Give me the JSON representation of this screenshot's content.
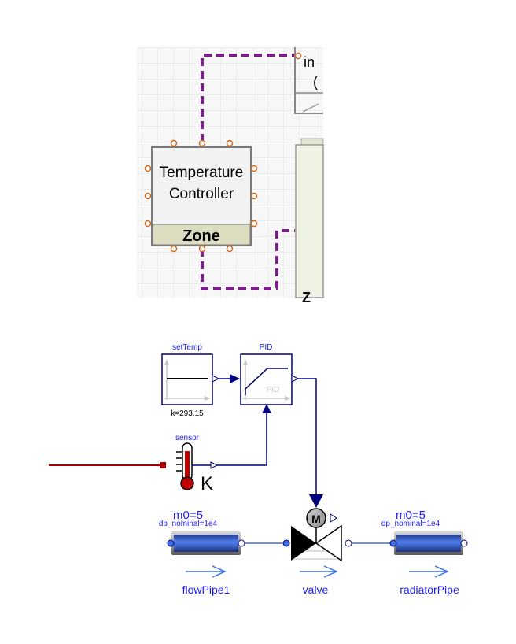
{
  "top_panel": {
    "controller_block": {
      "line1": "Temperature",
      "line2": "Controller",
      "footer": "Zone"
    },
    "partial_right_block": {
      "text1": "in",
      "text2": "("
    },
    "partial_bottom_block": {
      "text": "Z"
    }
  },
  "bottom_panel": {
    "setTemp": {
      "name": "setTemp",
      "param": "k=293.15"
    },
    "pid": {
      "name": "PID",
      "inner": "PID"
    },
    "sensor": {
      "name": "sensor",
      "unit": "K"
    },
    "flowPipe1": {
      "name": "flowPipe1",
      "param1": "m0=5",
      "param2": "dp_nominal=1e4"
    },
    "valve": {
      "name": "valve",
      "motor": "M"
    },
    "radiatorPipe": {
      "name": "radiatorPipe",
      "param1": "m0=5",
      "param2": "dp_nominal=1e4"
    }
  },
  "colors": {
    "signal": "#00007f",
    "heat_port": "#b00000",
    "control_bus": "#7a1f8a",
    "modelica_blue": "#1a1aff",
    "pipe_blue": "#3a6fe0",
    "port_orange": "#d2691e"
  }
}
